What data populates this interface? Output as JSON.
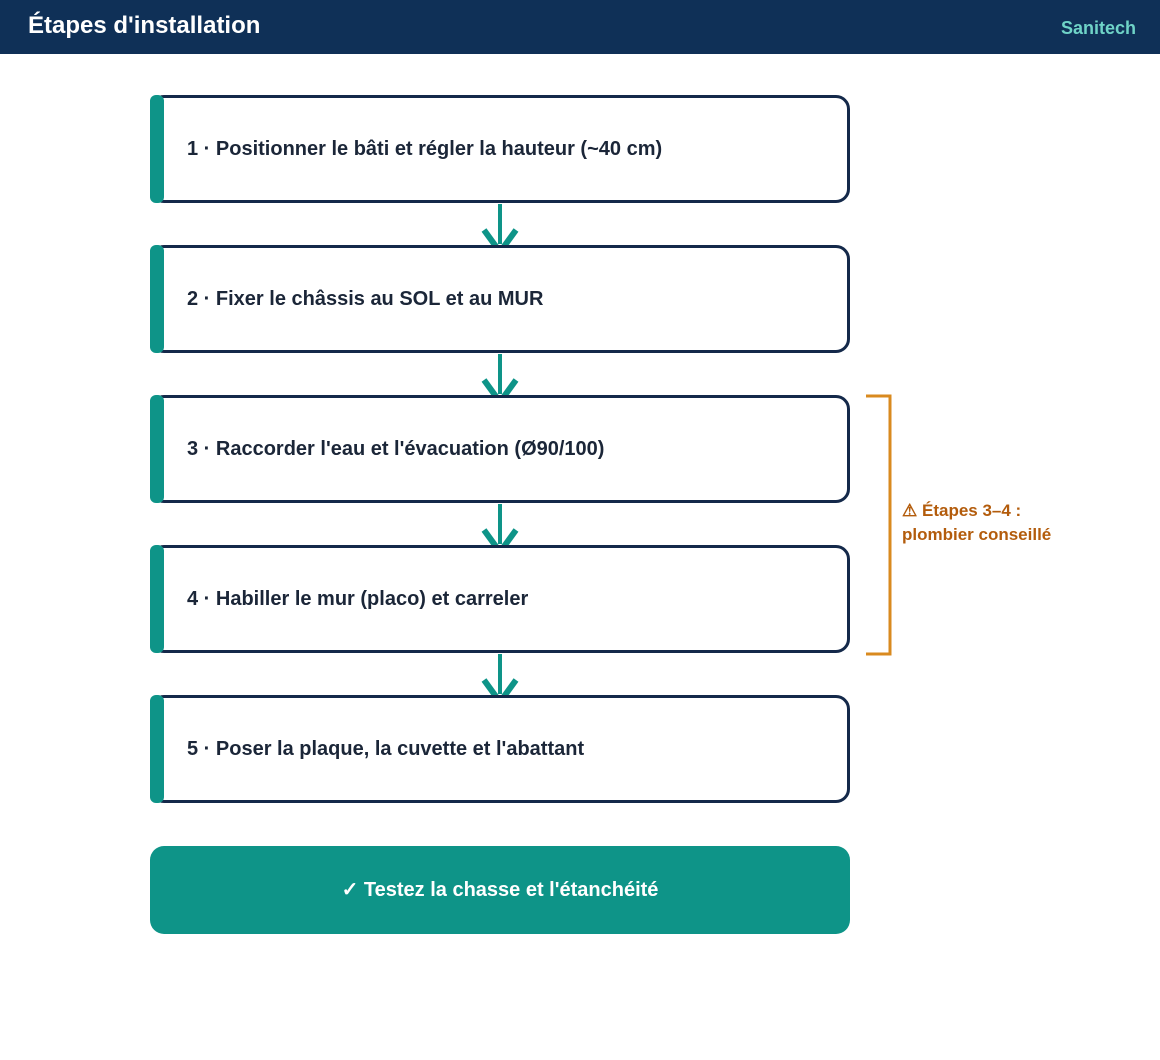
{
  "header": {
    "title": "Étapes d'installation",
    "brand": "Sanitech"
  },
  "steps": [
    {
      "label": "1 · Positionner le bâti et régler la hauteur (~40 cm)"
    },
    {
      "label": "2 · Fixer le châssis au SOL et au MUR"
    },
    {
      "label": "3 · Raccorder l'eau et l'évacuation (Ø90/100)"
    },
    {
      "label": "4 · Habiller le mur (placo) et carreler"
    },
    {
      "label": "5 · Poser la plaque, la cuvette et l'abattant"
    }
  ],
  "note": {
    "icon": "warning-icon",
    "symbol": "⚠",
    "line1": "Étapes 3–4 :",
    "line2": "plombier conseillé"
  },
  "final": {
    "icon": "check-icon",
    "label": "✓ Testez la chasse et l'étanchéité"
  },
  "colors": {
    "header_bg": "#0f3057",
    "brand": "#6fd3c7",
    "accent": "#0e9488",
    "box_border": "#14294a",
    "note": "#b35c0c",
    "bracket": "#d98a1f"
  }
}
